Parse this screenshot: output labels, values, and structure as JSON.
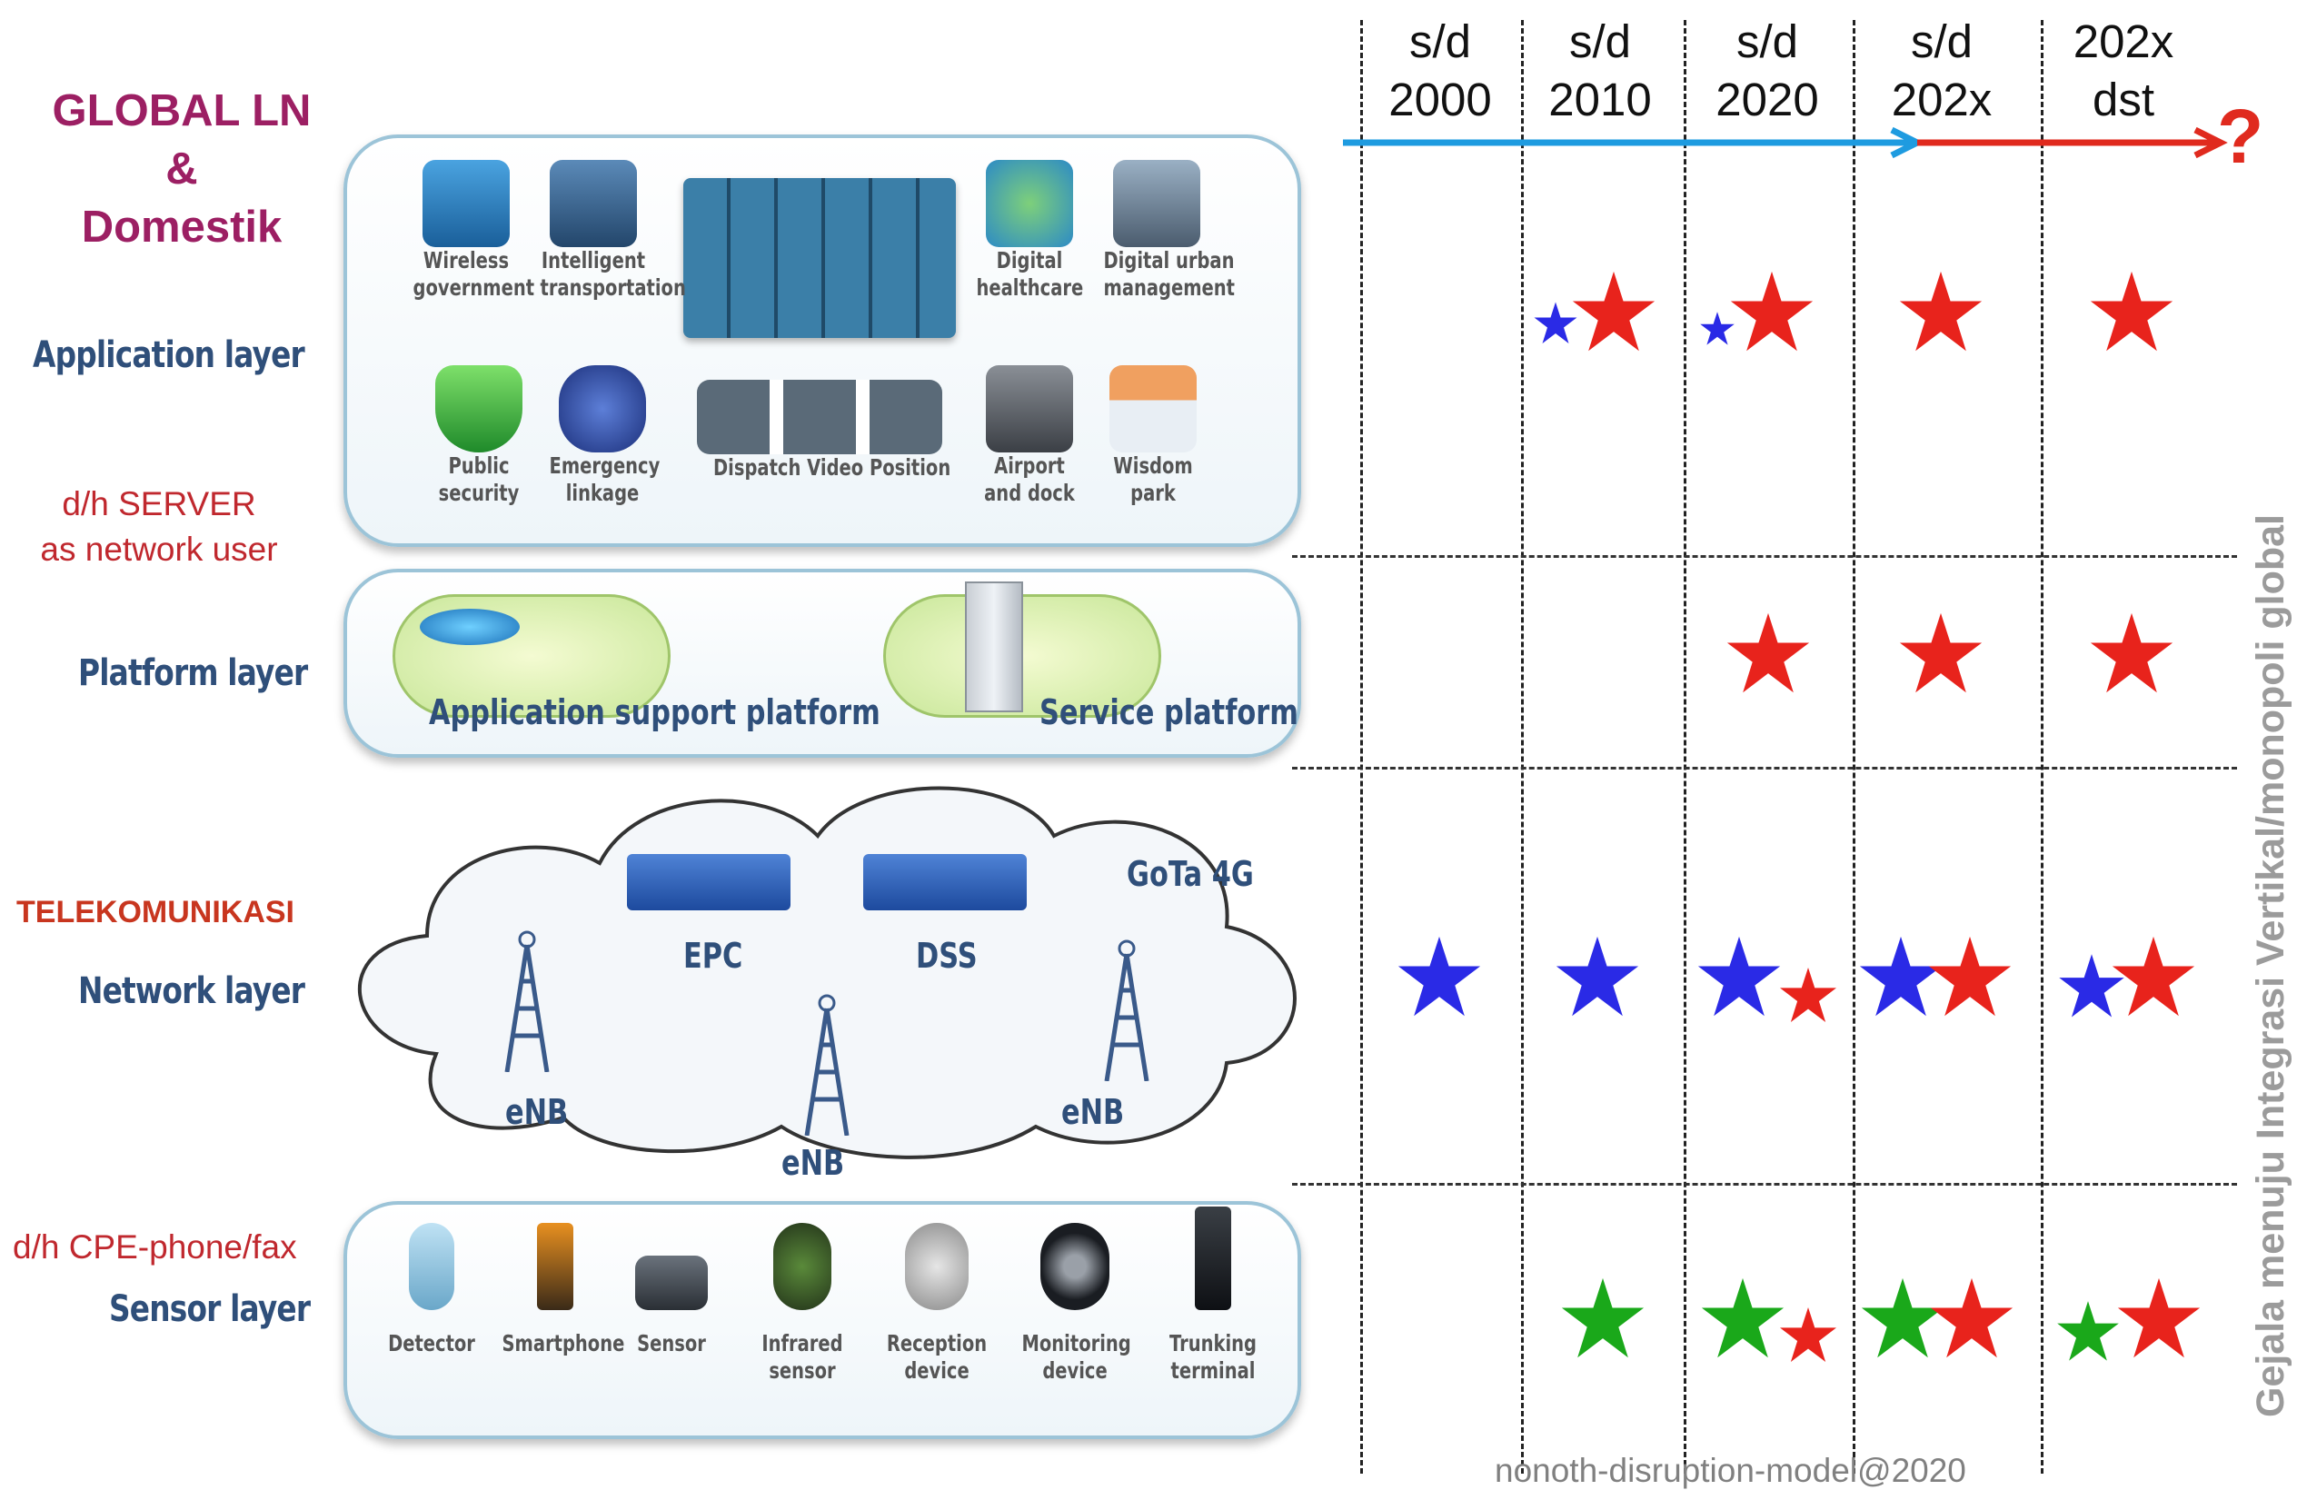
{
  "left_labels": {
    "global_line1": "GLOBAL LN",
    "global_line2": "&",
    "global_line3": "Domestik",
    "server_line1": "d/h SERVER",
    "server_line2": "as network user",
    "telekomunikasi": "TELEKOMUNIKASI",
    "cpe": "d/h CPE-phone/fax"
  },
  "layers": {
    "application": "Application layer",
    "platform": "Platform layer",
    "network": "Network layer",
    "sensor": "Sensor layer"
  },
  "application_items": [
    {
      "label1": "Wireless",
      "label2": "government",
      "icon": "email-icon"
    },
    {
      "label1": "Intelligent",
      "label2": "transportation",
      "icon": "bus-icon"
    },
    {
      "label1": "Digital",
      "label2": "healthcare",
      "icon": "medical-cross-icon"
    },
    {
      "label1": "Digital urban",
      "label2": "management",
      "icon": "office-worker-icon"
    },
    {
      "label1": "Public",
      "label2": "security",
      "icon": "shield-icon"
    },
    {
      "label1": "Emergency",
      "label2": "linkage",
      "icon": "police-car-icon"
    },
    {
      "label1": "Dispatch Video Position",
      "label2": "",
      "icon": "monitors-icon"
    },
    {
      "label1": "Airport",
      "label2": "and dock",
      "icon": "airport-icon"
    },
    {
      "label1": "Wisdom",
      "label2": "park",
      "icon": "house-icon"
    }
  ],
  "platform_items": {
    "application_support": "Application support platform",
    "service": "Service platform"
  },
  "network_items": {
    "gota": "GoTa 4G",
    "epc": "EPC",
    "dss": "DSS",
    "enb1": "eNB",
    "enb2": "eNB",
    "enb3": "eNB"
  },
  "sensor_items": [
    {
      "label1": "Detector",
      "label2": "",
      "icon": "antenna-icon"
    },
    {
      "label1": "Smartphone",
      "label2": "",
      "icon": "phone-icon"
    },
    {
      "label1": "Sensor",
      "label2": "",
      "icon": "router-icon"
    },
    {
      "label1": "Infrared",
      "label2": "sensor",
      "icon": "infrared-icon"
    },
    {
      "label1": "Reception",
      "label2": "device",
      "icon": "satellite-dish-icon"
    },
    {
      "label1": "Monitoring",
      "label2": "device",
      "icon": "webcam-icon"
    },
    {
      "label1": "Trunking",
      "label2": "terminal",
      "icon": "radio-icon"
    }
  ],
  "timeline": {
    "periods": [
      {
        "line1": "s/d",
        "line2": "2000"
      },
      {
        "line1": "s/d",
        "line2": "2010"
      },
      {
        "line1": "s/d",
        "line2": "2020"
      },
      {
        "line1": "s/d",
        "line2": "202x"
      },
      {
        "line1": "202x",
        "line2": "dst"
      }
    ],
    "question_mark": "?",
    "arrow_colors": {
      "past": "#1e9be0",
      "future": "#e02a1e"
    }
  },
  "star_colors": {
    "blue": "#2a2ae6",
    "red": "#e8231c",
    "green": "#1aa81a"
  },
  "side_text": "Gejala menuju Integrasi Vertikal/monopoli global",
  "footer": "nonoth-disruption-model@2020"
}
